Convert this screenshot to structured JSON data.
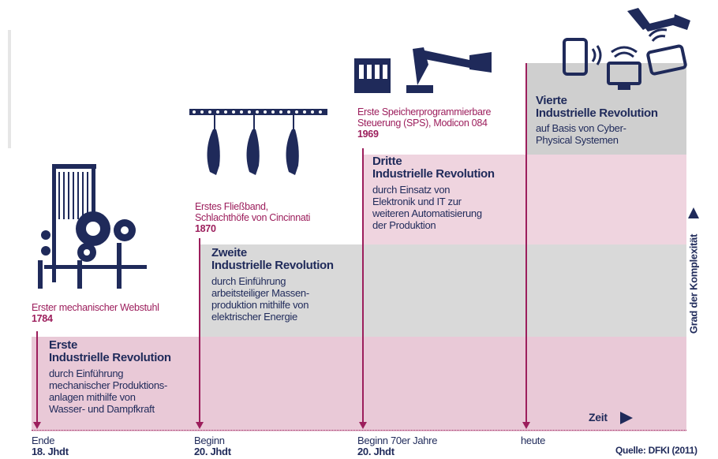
{
  "stages": [
    {
      "milestone_line1": "Erster mechanischer Webstuhl",
      "milestone_line2": "1784",
      "title_line1": "Erste",
      "title_line2": "Industrielle Revolution",
      "desc_lines": [
        "durch Einführung",
        "mechanischer Produktions-",
        "anlagen mithilfe von",
        "Wasser- und Dampfkraft"
      ],
      "time_line1": "Ende",
      "time_line2": "18. Jhdt"
    },
    {
      "milestone_line1": "Erstes Fließband,",
      "milestone_line2": "Schlachthöfe von Cincinnati",
      "milestone_line3": "1870",
      "title_line1": "Zweite",
      "title_line2": "Industrielle Revolution",
      "desc_lines": [
        "durch Einführung",
        "arbeitsteiliger Massen-",
        "produktion mithilfe von",
        "elektrischer Energie"
      ],
      "time_line1": "Beginn",
      "time_line2": "20. Jhdt"
    },
    {
      "milestone_line1": "Erste Speicherprogrammierbare",
      "milestone_line2": "Steuerung (SPS), Modicon 084",
      "milestone_line3": "1969",
      "title_line1": "Dritte",
      "title_line2": "Industrielle Revolution",
      "desc_lines": [
        "durch Einsatz von",
        "Elektronik und IT zur",
        "weiteren Automatisierung",
        "der Produktion"
      ],
      "time_line1": "Beginn 70er Jahre",
      "time_line2": "20. Jhdt"
    },
    {
      "title_line1": "Vierte",
      "title_line2": "Industrielle Revolution",
      "desc_lines": [
        "auf Basis von Cyber-",
        "Physical Systemen"
      ],
      "time_line1": "heute"
    }
  ],
  "x_axis_label": "Zeit",
  "y_axis_label": "Grad der Komplexität",
  "source": "Quelle: DFKI (2011)",
  "colors": {
    "accent": "#9c1e5c",
    "text": "#1f2a5a",
    "pink": "#e9c9d7",
    "gray": "#d9d9d9"
  }
}
